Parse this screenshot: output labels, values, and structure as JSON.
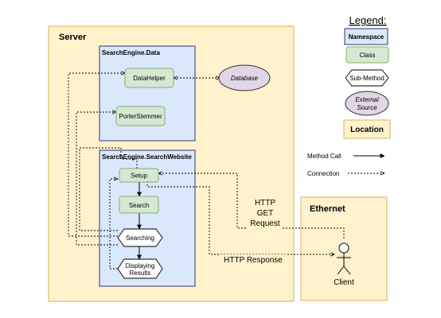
{
  "server": {
    "title": "Server"
  },
  "ethernet": {
    "title": "Ethernet"
  },
  "namespaces": {
    "data": {
      "title": "SearchEngine.Data"
    },
    "website": {
      "title": "SearchEngine.SearchWebsite"
    }
  },
  "classes": {
    "datahelper": "DataHelper",
    "porterstemmer": "PorterStemmer",
    "setup": "Setup",
    "search": "Search"
  },
  "submethods": {
    "searching": "Searching",
    "displaying_line1": "Displaying",
    "displaying_line2": "Results"
  },
  "external": {
    "database": "Database"
  },
  "connections": {
    "http_get_line1": "HTTP",
    "http_get_line2": "GET",
    "http_get_line3": "Request",
    "http_response": "HTTP Response"
  },
  "actor": {
    "client": "Client"
  },
  "legend": {
    "title": "Legend:",
    "namespace": "Namespace",
    "class": "Class",
    "submethod": "Sub-Method",
    "external_line1": "External",
    "external_line2": "Source",
    "location": "Location",
    "method_call": "Method Call",
    "connection": "Connection"
  },
  "colors": {
    "location_fill": "#FFF2CC",
    "location_stroke": "#D6B656",
    "namespace_fill": "#DAE8FC",
    "namespace_stroke": "#33336B",
    "class_fill": "#D5E8D4",
    "class_stroke": "#82B366",
    "external_fill": "#E1D5E7",
    "external_stroke": "#333333"
  }
}
